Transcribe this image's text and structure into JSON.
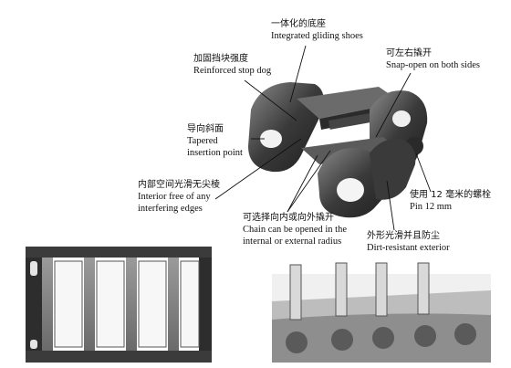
{
  "annotations": [
    {
      "id": "shoes",
      "zh": "一体化的底座",
      "en": "Integrated gliding shoes"
    },
    {
      "id": "stopdog",
      "zh": "加固挡块强度",
      "en": "Reinforced stop dog"
    },
    {
      "id": "snap",
      "zh": "可左右撬开",
      "en": "Snap-open on both sides"
    },
    {
      "id": "tapered",
      "zh": "导向斜面",
      "en1": "Tapered",
      "en2": "insertion point"
    },
    {
      "id": "interior",
      "zh": "内部空间光滑无尖棱",
      "en1": "Interior free of any",
      "en2": "interfering  edges"
    },
    {
      "id": "chainopen",
      "zh": "可选择向内或向外撬开",
      "en1": "Chain can be opened in the",
      "en2": "internal or external radius"
    },
    {
      "id": "pin",
      "zh": "使用 12 毫米的螺栓",
      "en": "Pin 12 mm"
    },
    {
      "id": "dirt",
      "zh": "外形光滑并且防尘",
      "en": "Dirt-resistant exterior"
    }
  ]
}
